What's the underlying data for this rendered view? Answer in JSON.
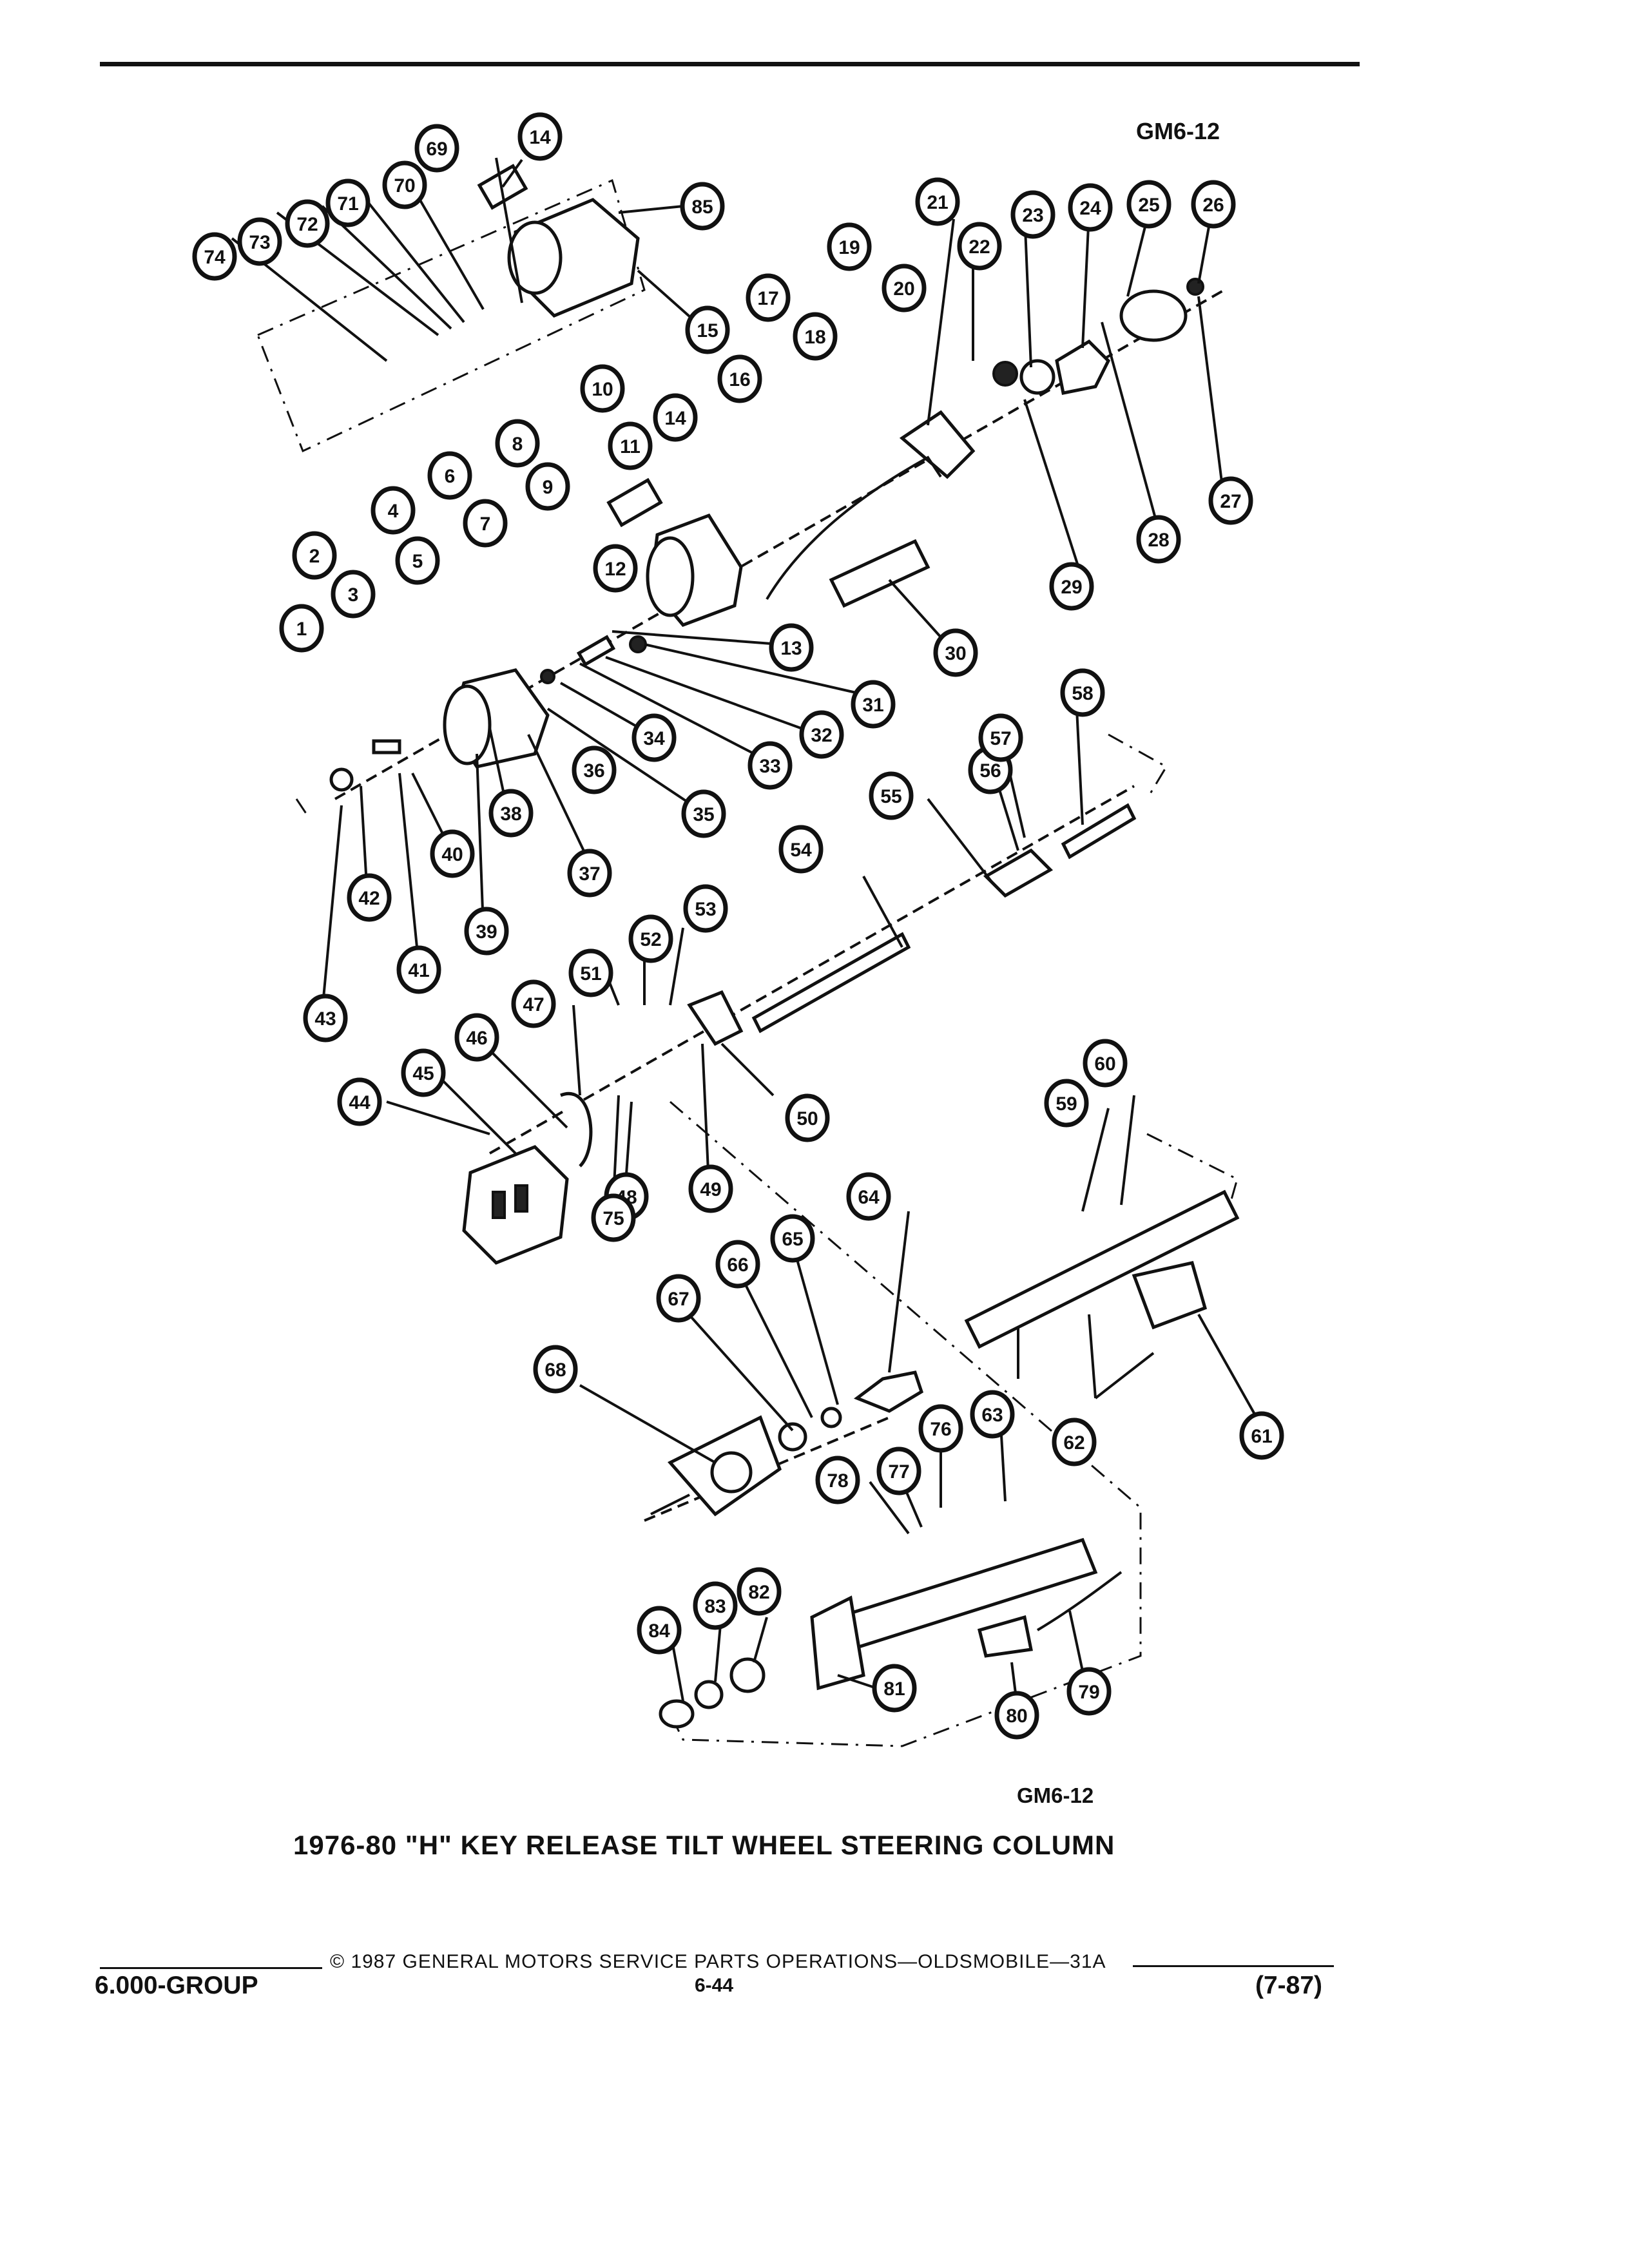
{
  "header": {
    "figure_code_top": "GM6-12"
  },
  "diagram": {
    "callouts": [
      "1",
      "2",
      "3",
      "4",
      "5",
      "6",
      "7",
      "8",
      "9",
      "10",
      "11",
      "12",
      "13",
      "14",
      "15",
      "16",
      "17",
      "18",
      "19",
      "20",
      "21",
      "22",
      "23",
      "24",
      "25",
      "26",
      "27",
      "28",
      "29",
      "30",
      "31",
      "32",
      "33",
      "34",
      "35",
      "36",
      "37",
      "38",
      "39",
      "40",
      "41",
      "42",
      "43",
      "44",
      "45",
      "46",
      "47",
      "48",
      "49",
      "50",
      "51",
      "52",
      "53",
      "54",
      "55",
      "56",
      "57",
      "58",
      "59",
      "60",
      "61",
      "62",
      "63",
      "64",
      "65",
      "66",
      "67",
      "68",
      "69",
      "70",
      "71",
      "72",
      "73",
      "74",
      "75",
      "76",
      "77",
      "78",
      "79",
      "80",
      "81",
      "82",
      "83",
      "84",
      "85"
    ]
  },
  "figure_code_bottom": "GM6-12",
  "caption": "1976-80 \"H\" KEY RELEASE TILT WHEEL STEERING COLUMN",
  "footer": {
    "copyright": "© 1987 GENERAL MOTORS SERVICE PARTS OPERATIONS—OLDSMOBILE—31A",
    "group": "6.000-GROUP",
    "page": "6-44",
    "date_code": "(7-87)"
  }
}
